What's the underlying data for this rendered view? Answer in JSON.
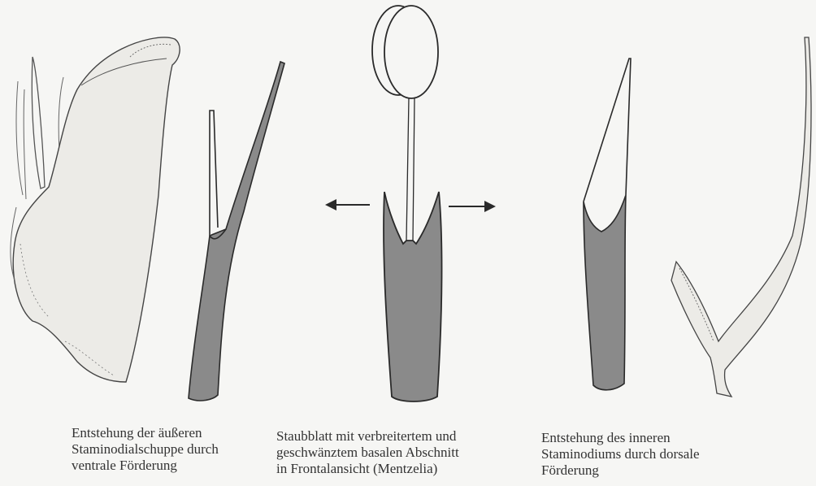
{
  "colors": {
    "background": "#f6f6f4",
    "shaded_region": "#8a8a8a",
    "ink": "#2a2a2a",
    "sketch_fill": "#ecebe7"
  },
  "icons": {
    "left_arrow": "arrow-left-icon",
    "right_arrow": "arrow-right-icon"
  },
  "captions": {
    "left": {
      "line1": "Entstehung der äußeren",
      "line2": "Staminodialschuppe durch",
      "line3": "ventrale Förderung"
    },
    "middle": {
      "line1": "Staubblatt mit verbreitertem und",
      "line2": "geschwänztem basalen Abschnitt",
      "line3": "in Frontalansicht (Mentzelia)"
    },
    "right": {
      "line1": "Entstehung des inneren",
      "line2": "Staminodiums durch dorsale",
      "line3": "Förderung"
    }
  }
}
